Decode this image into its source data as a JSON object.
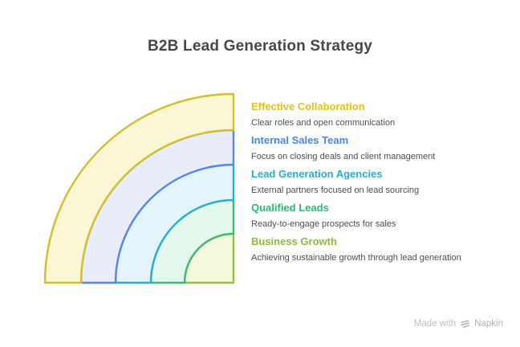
{
  "title": "B2B Lead Generation Strategy",
  "title_color": "#474747",
  "items": [
    {
      "label": "Effective Collaboration",
      "description": "Clear roles and open communication",
      "color": "#E3C11A",
      "ring_fill": "#FBF6D3",
      "ring_stroke": "#D3BF2B"
    },
    {
      "label": "Internal Sales Team",
      "description": "Focus on closing deals and client management",
      "color": "#4A86E8",
      "ring_fill": "#E9EDFA",
      "ring_stroke": "#5586E8"
    },
    {
      "label": "Lead Generation Agencies",
      "description": "External partners focused on lead sourcing",
      "color": "#29ADCE",
      "ring_fill": "#E4F4FB",
      "ring_stroke": "#2BADD0"
    },
    {
      "label": "Qualified Leads",
      "description": "Ready-to-engage prospects for sales",
      "color": "#2FB976",
      "ring_fill": "#E4F7EC",
      "ring_stroke": "#39BA74"
    },
    {
      "label": "Business Growth",
      "description": "Achieving sustainable growth through lead generation",
      "color": "#8ABB3E",
      "ring_fill": "#F4F9DC",
      "ring_stroke": "#97BE3F"
    }
  ],
  "footer": {
    "made_with": "Made with",
    "brand": "Napkin",
    "made_with_color": "#BFBFBF",
    "brand_color": "#B2B2B2",
    "icon_color": "#B0B6BA"
  }
}
